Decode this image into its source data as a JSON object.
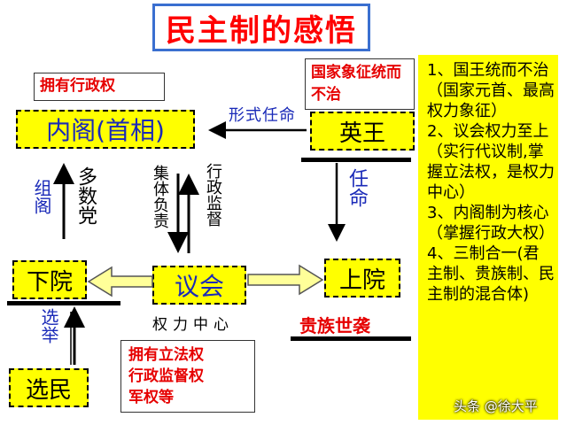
{
  "title": "民主制的感悟",
  "notes": {
    "executive": "拥有行政权",
    "king_symbol": "国家象征统而不治",
    "parliament_powers": [
      "拥有立法权",
      "行政监督权",
      "军权等"
    ]
  },
  "nodes": {
    "cabinet": "内阁(首相)",
    "king": "英王",
    "commons": "下院",
    "parliament": "议会",
    "lords": "上院",
    "voters": "选民"
  },
  "edges": {
    "formal_appoint": "形式任命",
    "appoint": "任命",
    "form_cabinet": "组阁",
    "majority_party": "多数党",
    "collective": "集体负责",
    "supervision": "行政监督",
    "elect": "选举",
    "power_center": "权力中心",
    "hereditary": "贵族世袭"
  },
  "summary": [
    "1、国王统而不治（国家元首、最高权力象征）",
    "2、议会权力至上（实行代议制,掌握立法权，是权力中心）",
    "3、内阁制为核心（掌握行政大权）",
    "4、三制合一(君主制、贵族制、民主制的混合体)"
  ],
  "watermark": "头条 @徐大平"
}
